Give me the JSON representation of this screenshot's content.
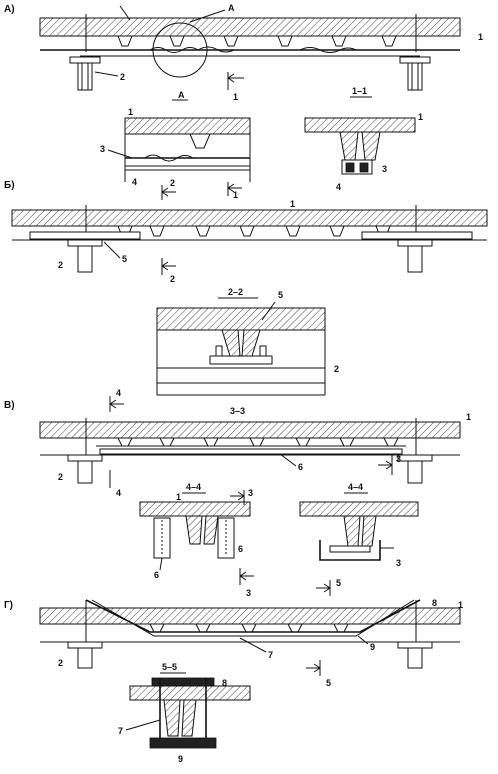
{
  "panels": {
    "a": "А)",
    "b": "Б)",
    "v": "В)",
    "g": "Г)"
  },
  "sections": {
    "detail_a": "А",
    "s11": "1–1",
    "s22": "2–2",
    "s33": "3–3",
    "s44_left": "4–4",
    "s44_right": "4–4",
    "s55": "5–5"
  },
  "markers": {
    "a_circle": "А",
    "cut1": "1",
    "cut2": "2",
    "cut3": "3",
    "cut4": "4",
    "cut5": "5"
  },
  "leaders": {
    "l1": "1",
    "l2": "2",
    "l3": "3",
    "l4": "4",
    "l5": "5",
    "l6": "6",
    "l7": "7",
    "l8": "8",
    "l9": "9"
  }
}
